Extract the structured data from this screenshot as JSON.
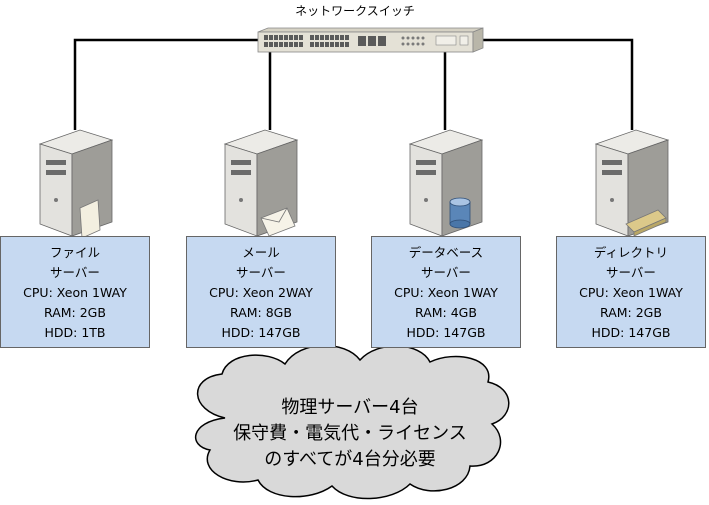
{
  "switch": {
    "label": "ネットワークスイッチ",
    "icon": "network-switch-icon"
  },
  "servers": [
    {
      "name1": "ファイル",
      "name2": "サーバー",
      "cpu": "CPU: Xeon 1WAY",
      "ram": "RAM: 2GB",
      "hdd": "HDD: 1TB",
      "icon": "file-server-icon"
    },
    {
      "name1": "メール",
      "name2": "サーバー",
      "cpu": "CPU: Xeon 2WAY",
      "ram": "RAM: 8GB",
      "hdd": "HDD: 147GB",
      "icon": "mail-server-icon"
    },
    {
      "name1": "データベース",
      "name2": "サーバー",
      "cpu": "CPU: Xeon 1WAY",
      "ram": "RAM: 4GB",
      "hdd": "HDD: 147GB",
      "icon": "database-server-icon"
    },
    {
      "name1": "ディレクトリ",
      "name2": "サーバー",
      "cpu": "CPU: Xeon 1WAY",
      "ram": "RAM: 2GB",
      "hdd": "HDD: 147GB",
      "icon": "directory-server-icon"
    }
  ],
  "cloud": {
    "line1": "物理サーバー4台",
    "line2": "保守費・電気代・ライセンス",
    "line3": "のすべてが4台分必要"
  },
  "colors": {
    "box_fill": "#c6d9f1",
    "line": "#000000"
  }
}
